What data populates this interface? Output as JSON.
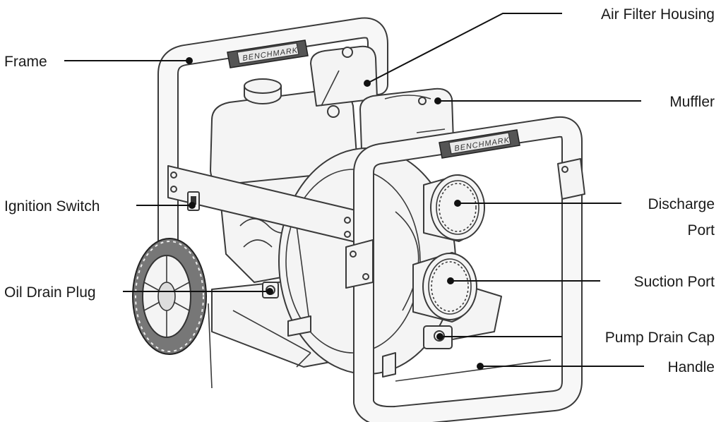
{
  "brand": "BENCHMARK",
  "labels": {
    "frame": "Frame",
    "air_filter_housing": "Air Filter Housing",
    "muffler": "Muffler",
    "ignition_switch": "Ignition Switch",
    "discharge_port_line1": "Discharge",
    "discharge_port_line2": "Port",
    "oil_drain_plug": "Oil Drain Plug",
    "suction_port": "Suction Port",
    "pump_drain_cap": "Pump Drain Cap",
    "handle": "Handle"
  }
}
